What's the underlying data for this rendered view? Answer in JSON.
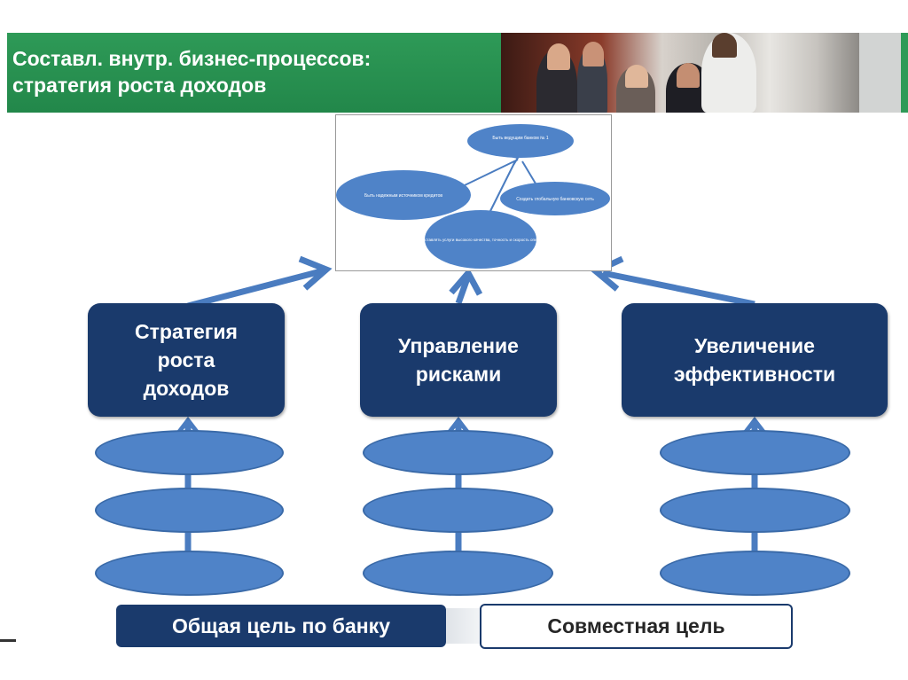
{
  "header": {
    "title_line1": "Составл. внутр. бизнес-процессов:",
    "title_line2": "стратегия  роста  доходов"
  },
  "inset_diagram": {
    "nodes": [
      {
        "label": "Быть ведущим банком № 1"
      },
      {
        "label": "Быть надежным источником кредитов"
      },
      {
        "label": "Создать глобальную банковскую сеть"
      },
      {
        "label": "Предоставлять услуги высокого качества, точность и скорость операций"
      }
    ]
  },
  "boxes": [
    {
      "label": "Стратегия\nроста\nдоходов"
    },
    {
      "label": "Управление\nрисками"
    },
    {
      "label": "Увеличение\nэффективности"
    }
  ],
  "legend": {
    "common_goal": "Общая цель по банку",
    "joint_goal": "Совместная цель"
  },
  "colors": {
    "banner_green": "#2e9a57",
    "box_navy": "#1a3a6c",
    "ellipse_blue": "#4f83c8",
    "arrow_blue": "#4a7cc0"
  }
}
